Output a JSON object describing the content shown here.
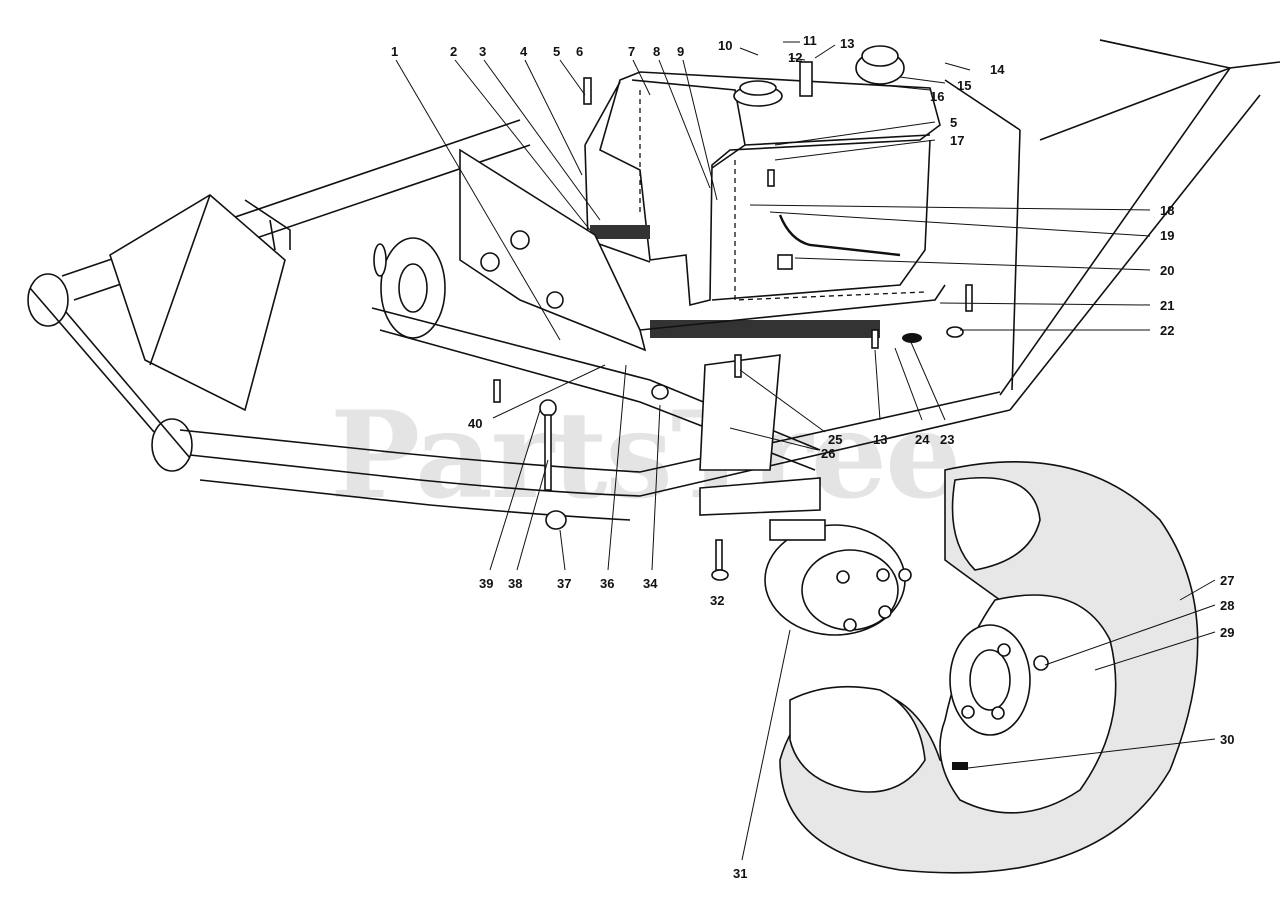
{
  "watermark": "PartsTree",
  "callouts": [
    "1",
    "2",
    "3",
    "4",
    "5",
    "6",
    "7",
    "8",
    "9",
    "10",
    "11",
    "12",
    "13",
    "14",
    "15",
    "16",
    "5",
    "17",
    "18",
    "19",
    "20",
    "21",
    "22",
    "13",
    "24",
    "23",
    "25",
    "26",
    "40",
    "39",
    "38",
    "37",
    "36",
    "34",
    "32",
    "27",
    "28",
    "29",
    "30",
    "31"
  ]
}
